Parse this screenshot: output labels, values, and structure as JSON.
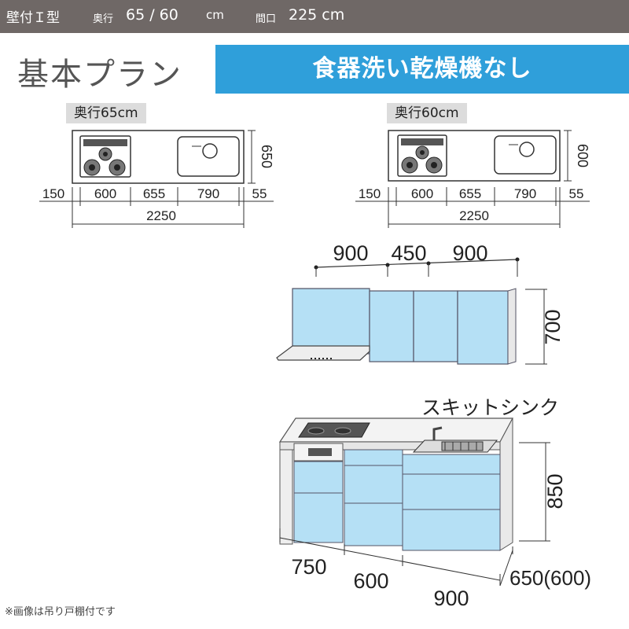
{
  "header": {
    "type": "壁付Ｉ型",
    "depth_label": "奥行",
    "depth_value": "65 / 60",
    "depth_unit": "cm",
    "width_label": "間口",
    "width_value": "225 cm"
  },
  "title": "基本プラン",
  "banner": "食器洗い乾燥機なし",
  "plan65": {
    "label": "奥行65cm",
    "depth": "650",
    "segments": [
      "150",
      "600",
      "655",
      "790",
      "55"
    ],
    "total": "2250"
  },
  "plan60": {
    "label": "奥行60cm",
    "depth": "600",
    "segments": [
      "150",
      "600",
      "655",
      "790",
      "55"
    ],
    "total": "2250"
  },
  "wall_cabinet": {
    "widths": [
      "900",
      "450",
      "900"
    ],
    "height": "700"
  },
  "base_cabinet": {
    "sink_label": "スキットシンク",
    "widths": [
      "750",
      "600",
      "900"
    ],
    "height": "850",
    "depth": "650(600)"
  },
  "footnote": "※画像は吊り戸棚付です",
  "colors": {
    "header_bg": "#6f6866",
    "banner_bg": "#2f9fda",
    "cabinet_blue": "#b5e0f5",
    "label_bg": "#dcdcdc"
  }
}
